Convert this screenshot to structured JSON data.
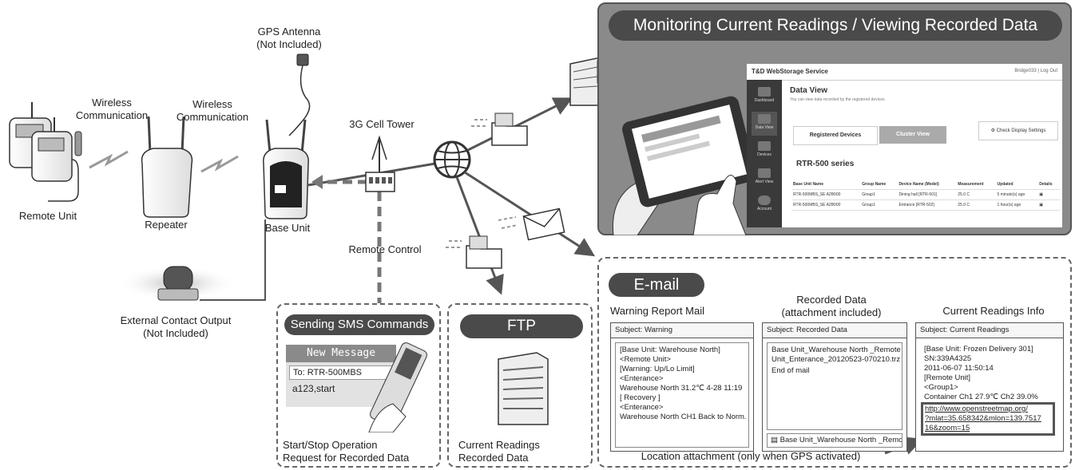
{
  "labels": {
    "gps_antenna": [
      "GPS Antenna",
      "(Not Included)"
    ],
    "wireless_1": [
      "Wireless",
      "Communication"
    ],
    "wireless_2": [
      "Wireless",
      "Communication"
    ],
    "cell_tower": "3G Cell Tower",
    "remote_unit": "Remote Unit",
    "repeater": "Repeater",
    "base_unit": "Base Unit",
    "remote_control": "Remote Control",
    "external_contact": [
      "External Contact Output",
      "(Not Included)"
    ],
    "location_attachment": "Location attachment (only when GPS activated)"
  },
  "monitoring": {
    "title": "Monitoring Current Readings / Viewing Recorded Data",
    "app": {
      "brand": "T&D WebStorage Service",
      "user": "Bridge033 | Log Out",
      "sidebar": [
        "Dashboard",
        "Data View",
        "Devices",
        "Alert View",
        "Account"
      ],
      "view_title": "Data View",
      "view_subtitle": "You can view data recorded by the registered devices.",
      "tab_registered": "Registered Devices",
      "tab_cluster": "Cluster View",
      "display_settings": "⚙ Check Display Settings",
      "series": "RTR-500 series",
      "columns": [
        "Base Unit Name",
        "Group Name",
        "Device Name (Model)",
        "Measurement",
        "Updated",
        "Details"
      ],
      "rows": [
        [
          "RTR-500MBS_SE A2B000",
          "Group1",
          "Dining hall [RTR-501]",
          "25.0 C",
          "5 minute(s) ago"
        ],
        [
          "RTR-500MBS_SE A2B000",
          "Group1",
          "Entrance [RTR-502]",
          "25.0 C",
          "1 hour(s) ago"
        ]
      ]
    }
  },
  "email": {
    "title": "E-mail",
    "col1": {
      "heading": "Warning Report Mail",
      "subject": "Subject: Warning",
      "lines": [
        "[Base Unit: Warehouse North]",
        "<Remote Unit>",
        "[Warning: Up/Lo Limit]",
        "<Enterance>",
        "Warehouse North 31.2℃ 4-28 11:19",
        "[ Recovery ]",
        "<Enterance>",
        "Warehouse North CH1 Back to Norm."
      ]
    },
    "col2": {
      "heading": [
        "Recorded Data",
        "(attachment included)"
      ],
      "subject": "Subject: Recorded Data",
      "lines": [
        "Base Unit_Warehouse North _Remote",
        "Unit_Enterance_20120523-070210.trz",
        "End of mail"
      ],
      "attachment": "Base Unit_Warehouse North _Remo"
    },
    "col3": {
      "heading": "Current Readings Info",
      "subject": "Subject: Current Readings",
      "lines": [
        "[Base Unit: Frozen Delivery 301]",
        "SN:339A4325",
        "2011-06-07    11:50:14",
        "[Remote Unit]",
        "<Group1>",
        "Container Ch1 27.9℃ Ch2 39.0%"
      ],
      "link": [
        "http://www.openstreetmap.org/",
        "?mlat=35.658342&mlon=139.7517",
        "16&zoom=15"
      ]
    }
  },
  "sms": {
    "title": "Sending SMS Commands",
    "new_message": "New Message",
    "to": "To: RTR-500MBS",
    "body": "a123,start",
    "caption": [
      "Start/Stop Operation",
      "Request for Recorded Data"
    ]
  },
  "ftp": {
    "title": "FTP",
    "caption": [
      "Current Readings",
      "Recorded Data"
    ]
  }
}
